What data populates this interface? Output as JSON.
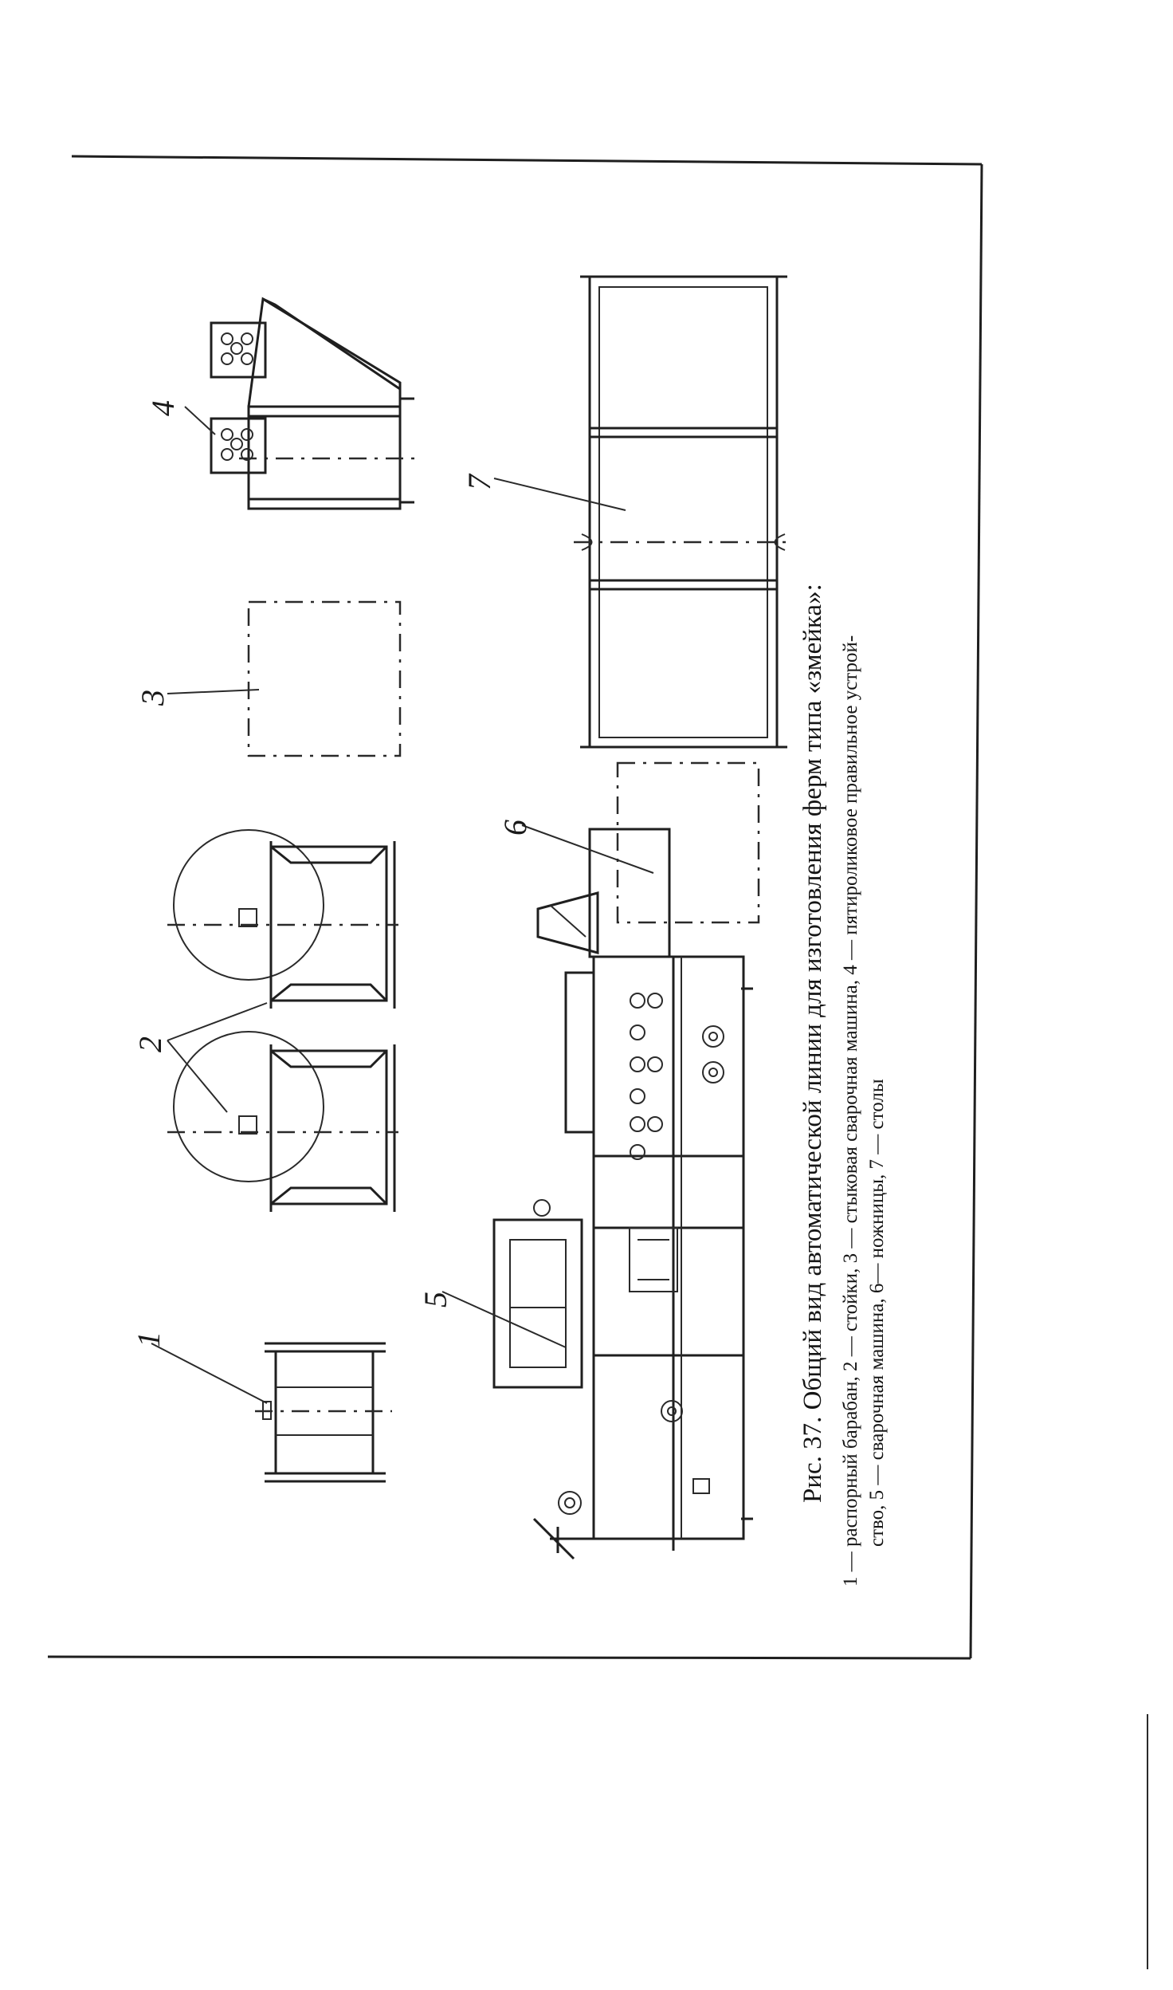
{
  "figure": {
    "caption_title": "Рис. 37. Общий вид автоматической линии для изготовления ферм типа «змейка»:",
    "legend_line_1": "1 — распорный барабан, 2 — стойки, 3 — стыковая сварочная машина, 4 — пятироликовое правильное устрой-",
    "legend_line_2": "ство, 5 — сварочная машина, 6— ножницы, 7 — столы",
    "labels": [
      "1",
      "2",
      "3",
      "4",
      "5",
      "6",
      "7"
    ]
  }
}
